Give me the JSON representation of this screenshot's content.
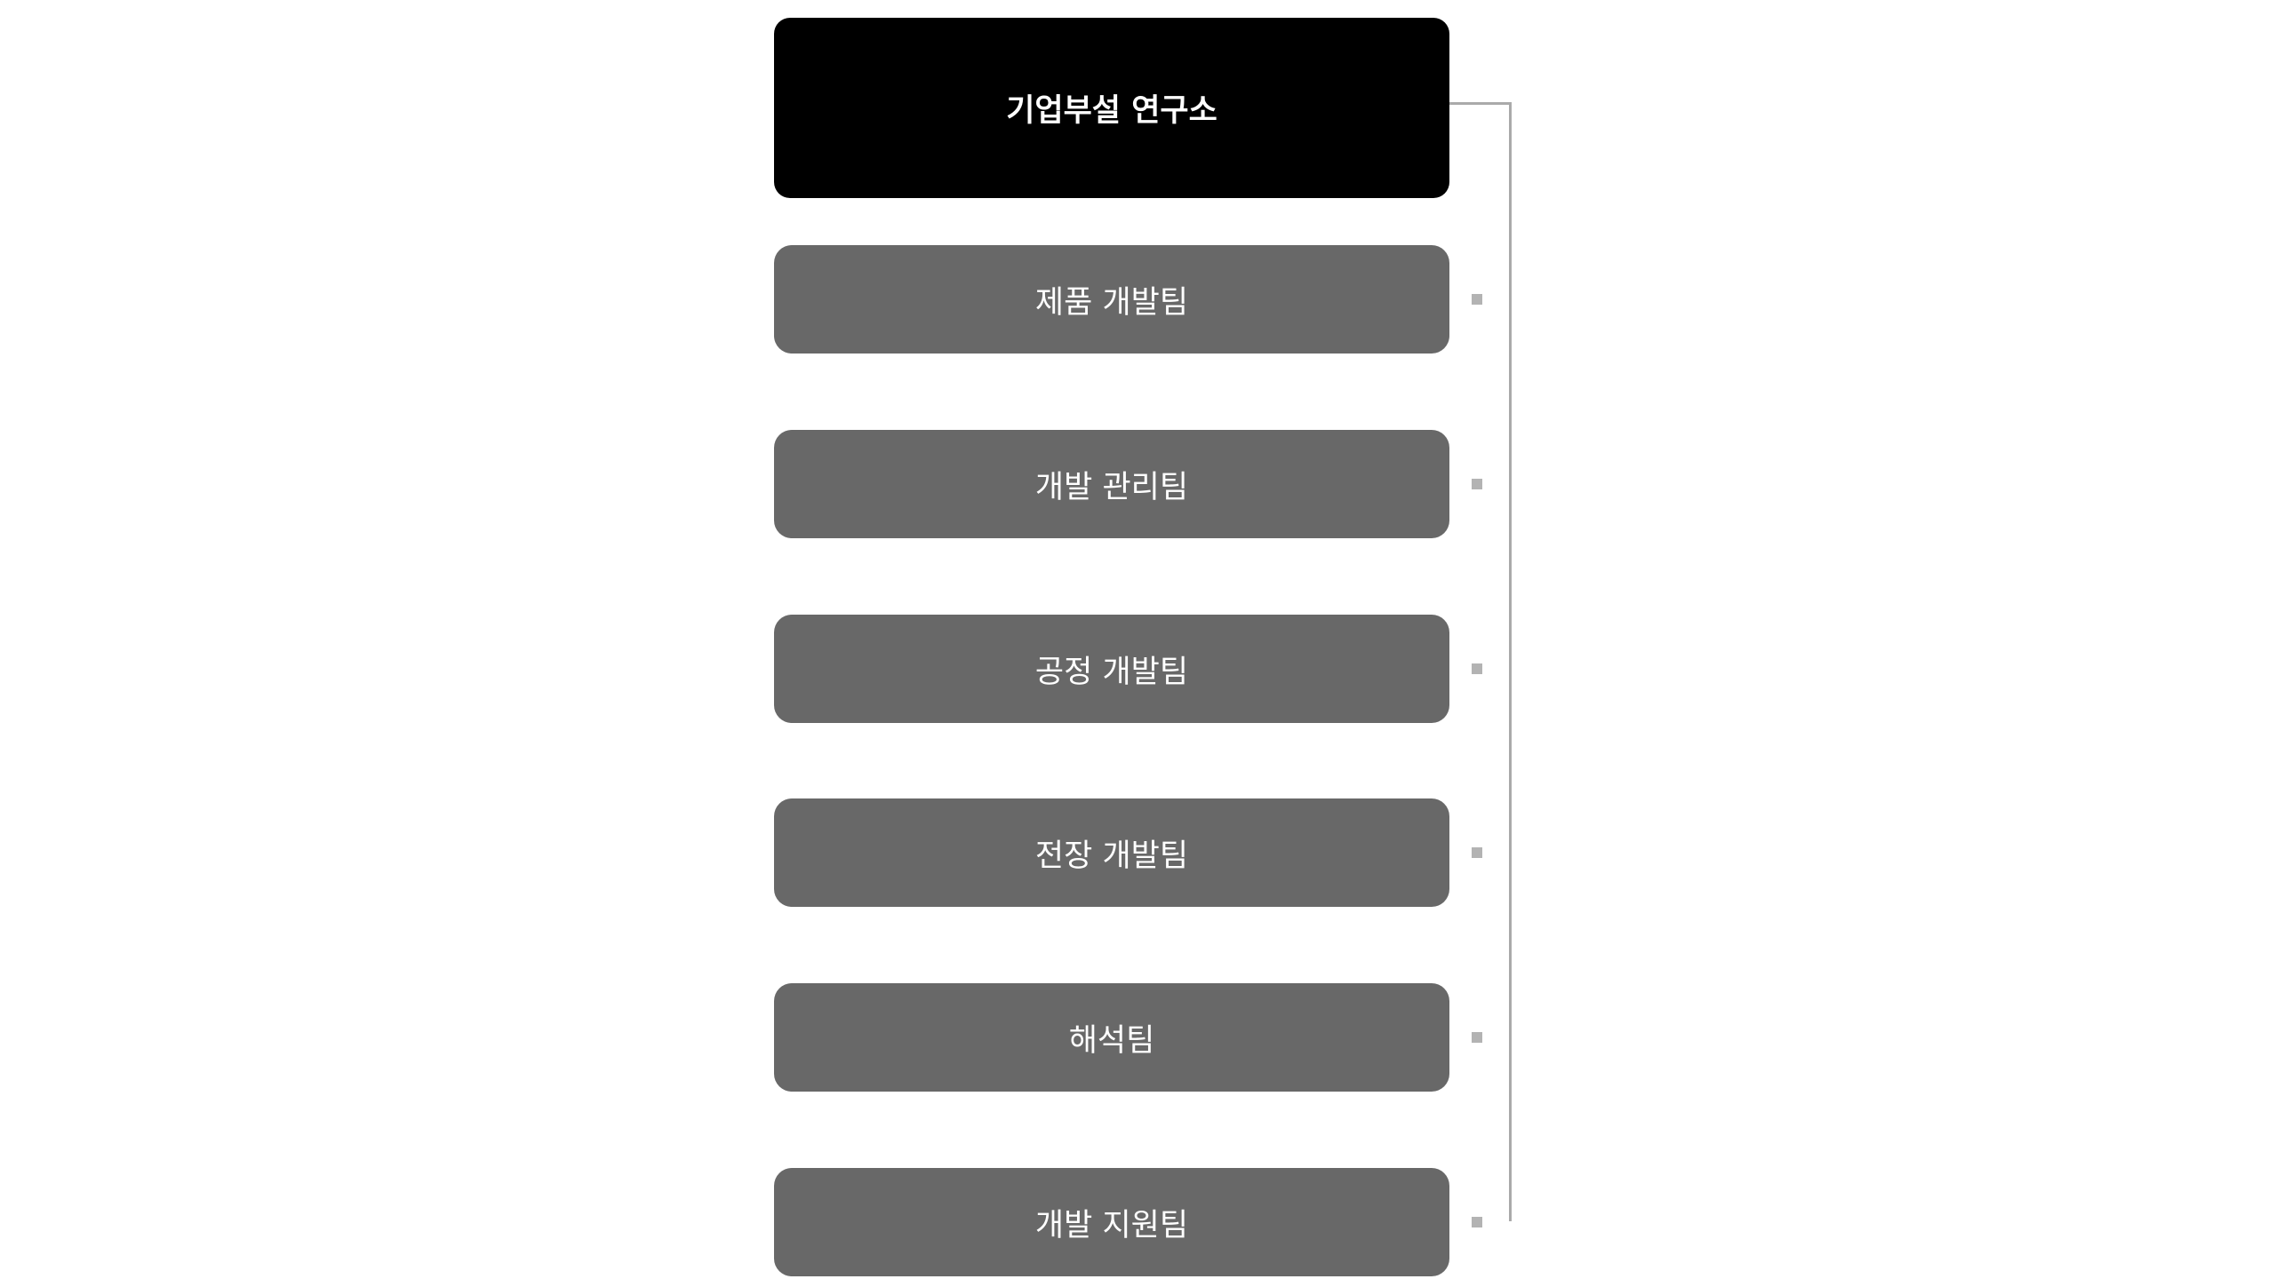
{
  "root": {
    "label": "기업부설 연구소"
  },
  "teams": [
    {
      "label": "제품 개발팀"
    },
    {
      "label": "개발 관리팀"
    },
    {
      "label": "공정 개발팀"
    },
    {
      "label": "전장 개발팀"
    },
    {
      "label": "해석팀"
    },
    {
      "label": "개발 지원팀"
    }
  ],
  "colors": {
    "root": "#000000",
    "team": "#686868",
    "connector": "#aaaaaa"
  }
}
